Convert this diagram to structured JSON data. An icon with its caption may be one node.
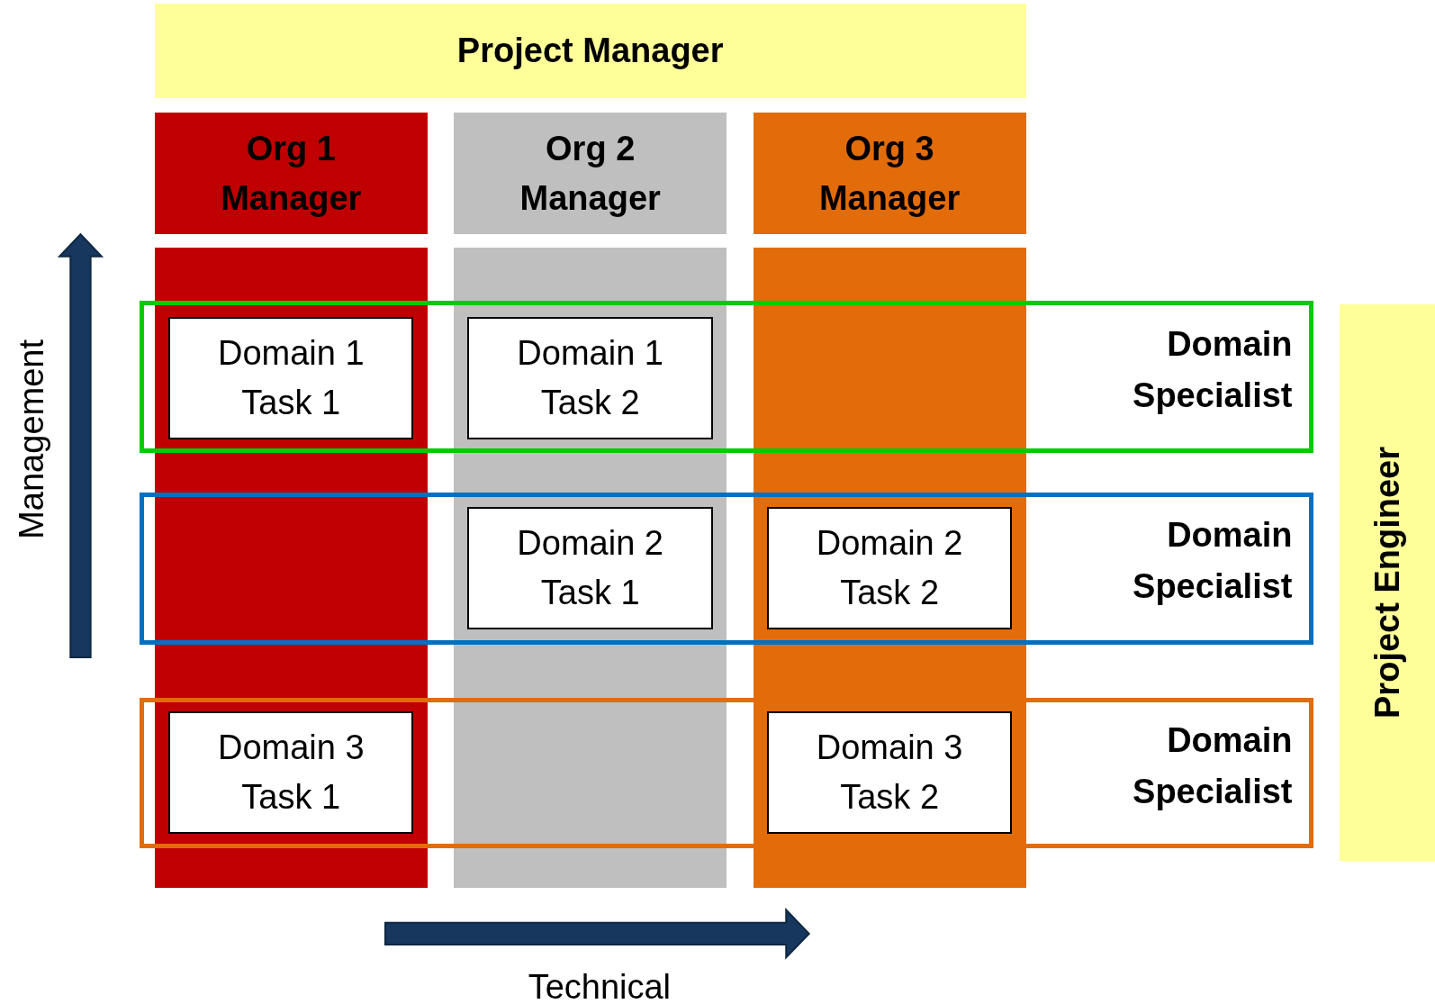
{
  "diagram": {
    "nodes": [
      {
        "text": [
          "Project Manager"
        ]
      },
      {
        "text": [
          "Org 1 Manager"
        ]
      },
      {
        "text": [
          "Org 2 Manager"
        ]
      },
      {
        "text": [
          "Org 3 Manager"
        ]
      },
      {
        "text": [],
        "shape": "bar"
      },
      {
        "text": [],
        "shape": "bar"
      },
      {
        "text": [],
        "shape": "bar"
      },
      {
        "text": [
          "Domain Specialist"
        ]
      },
      {
        "text": [
          "Domain 1 Task 1"
        ]
      },
      {
        "text": [
          "Domain 1 Task 2"
        ]
      },
      {
        "text": [
          "Domain Specialist"
        ]
      },
      {
        "text": [
          "Domain 2 Task 1"
        ]
      },
      {
        "text": [
          "Domain 2 Task 2"
        ]
      },
      {
        "text": [
          "Domain Specialist"
        ]
      },
      {
        "text": [
          "Domain 3 Task 1"
        ]
      },
      {
        "text": [
          "Domain 3 Task 2"
        ]
      },
      {
        "text": [
          "Project Engineer"
        ]
      }
    ],
    "labels": [
      "Management",
      "Technical"
    ]
  }
}
